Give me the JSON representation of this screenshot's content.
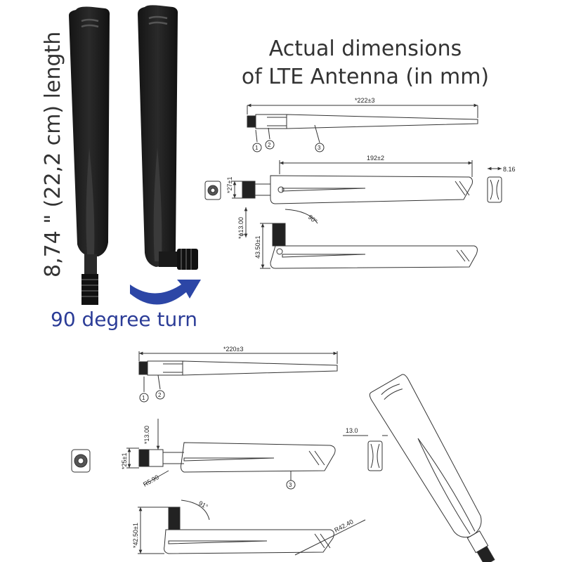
{
  "title": {
    "line1": "Actual dimensions",
    "line2": "of LTE Antenna (in mm)"
  },
  "length_label": "8,74 \" (22,2 cm) length",
  "turn_label": "90 degree turn",
  "colors": {
    "antenna": "#1e1e1e",
    "caption_blue": "#2b3c97",
    "arrow_blue": "#2c46a6",
    "text": "#333333"
  },
  "top_drawing": {
    "overall_length": "*222±3",
    "blade_length": "192±2",
    "thickness": "8.16",
    "base_height": "*27±1",
    "offset": "*ϕ13.00",
    "bent_height": "43.50±1",
    "angle": "90°",
    "callouts": [
      "1",
      "2",
      "3"
    ]
  },
  "bottom_drawing": {
    "overall_length": "*220±3",
    "connector": "*13.00",
    "base_height": "*25±1",
    "radius_small": "R5.90",
    "thickness": "13.0",
    "angle": "91°",
    "bent_height": "*42.50±1",
    "radius_large": "R42.40",
    "callouts": [
      "1",
      "2",
      "3"
    ]
  }
}
